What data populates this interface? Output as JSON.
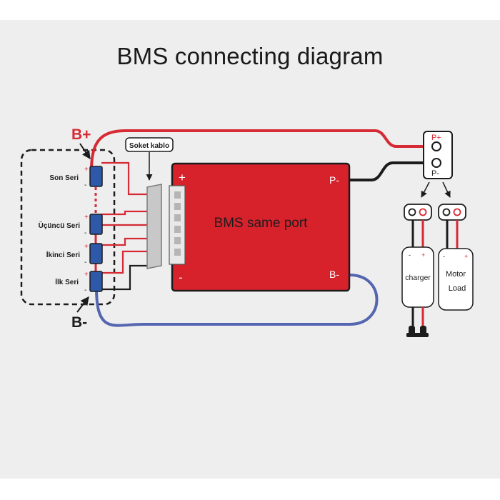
{
  "diagram": {
    "title": "BMS connecting diagram",
    "battery": {
      "b_plus": "B+",
      "b_minus": "B-",
      "cells": [
        {
          "label": "Son Seri",
          "plus": "+",
          "minus": "-"
        },
        {
          "label": "Üçüncü Seri",
          "plus": "+",
          "minus": "-"
        },
        {
          "label": "İkinci Seri",
          "plus": "+",
          "minus": "-"
        },
        {
          "label": "İlk Seri",
          "plus": "+",
          "minus": "-"
        }
      ]
    },
    "socket_label": "Soket kablo",
    "bms": {
      "label": "BMS same port",
      "plus": "+",
      "minus": "-",
      "p_minus": "P-",
      "b_minus": "B-"
    },
    "port": {
      "p_plus": "P+",
      "p_minus": "P-"
    },
    "charger": {
      "label": "charger",
      "plus": "+",
      "minus": "-"
    },
    "motor": {
      "line1": "Motor",
      "line2": "Load",
      "plus": "+",
      "minus": "-"
    },
    "colors": {
      "wire_red": "#d62a35",
      "wire_black": "#1c1c1c",
      "wire_blue": "#5566b0",
      "bms_body": "#d7222c",
      "cell_blue": "#2e58a8",
      "b_plus_label": "#d62a35"
    }
  }
}
